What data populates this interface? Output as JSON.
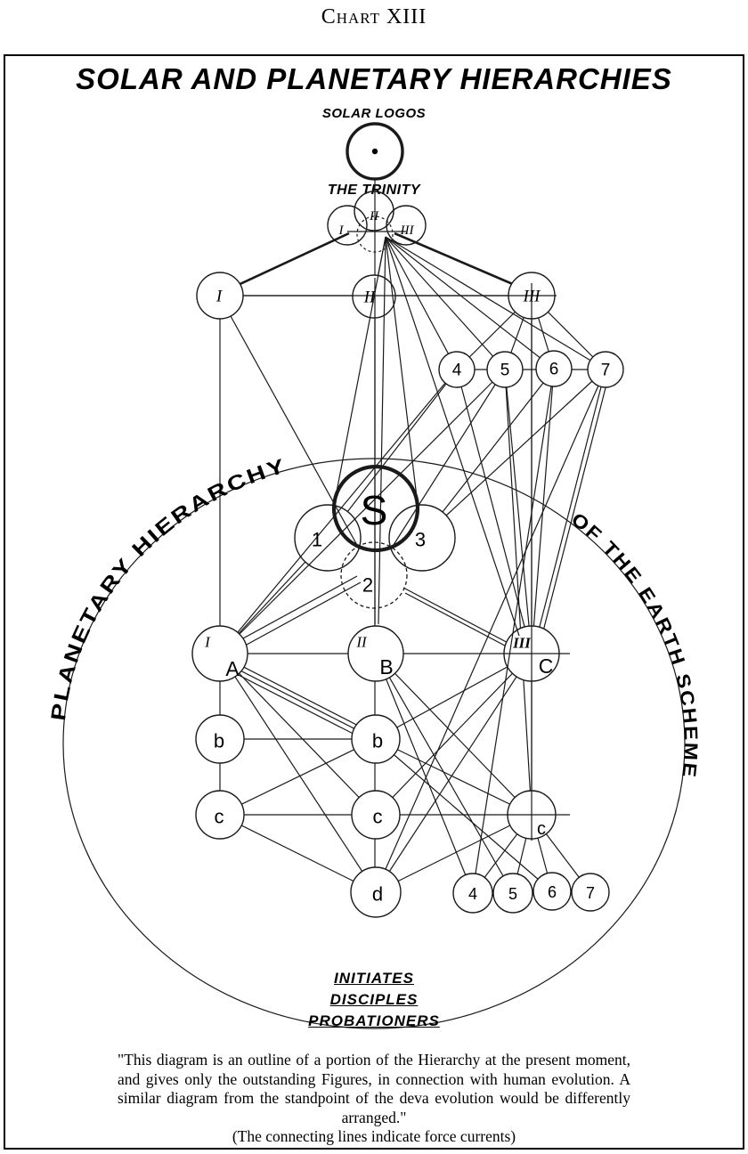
{
  "chart_label": "Chart XIII",
  "title": "SOLAR AND PLANETARY HIERARCHIES",
  "labels": {
    "solar_logos": "SOLAR LOGOS",
    "trinity": "THE TRINITY",
    "arc_left": "PLANETARY HIERARCHY",
    "arc_right": "OF THE EARTH SCHEME",
    "initiates": "INITIATES",
    "disciples": "DISCIPLES",
    "probationers": "PROBATIONERS"
  },
  "nodes": {
    "trinity_i": "I",
    "trinity_ii": "II",
    "trinity_iii": "III",
    "row2_i": "I",
    "row2_ii": "II",
    "row2_iii": "III",
    "p4": "4",
    "p5": "5",
    "p6": "6",
    "p7": "7",
    "s": "S",
    "n1": "1",
    "n2": "2",
    "n3": "3",
    "a_num": "I",
    "a_letter": "A",
    "b_num": "II",
    "b_letter": "B",
    "c_num": "III",
    "c_letter": "C",
    "b_left": "b",
    "b_mid": "b",
    "c_left": "c",
    "c_mid": "c",
    "c_right": "c",
    "d": "d",
    "q4": "4",
    "q5": "5",
    "q6": "6",
    "q7": "7"
  },
  "footer": {
    "quote": "\"This diagram is an outline of a portion of the Hierarchy at the present moment, and gives only the outstanding Figures, in connection with human evolution.  A similar diagram from the standpoint of the deva evolution would be differently arranged.\"",
    "note": "(The connecting lines indicate force currents)"
  }
}
